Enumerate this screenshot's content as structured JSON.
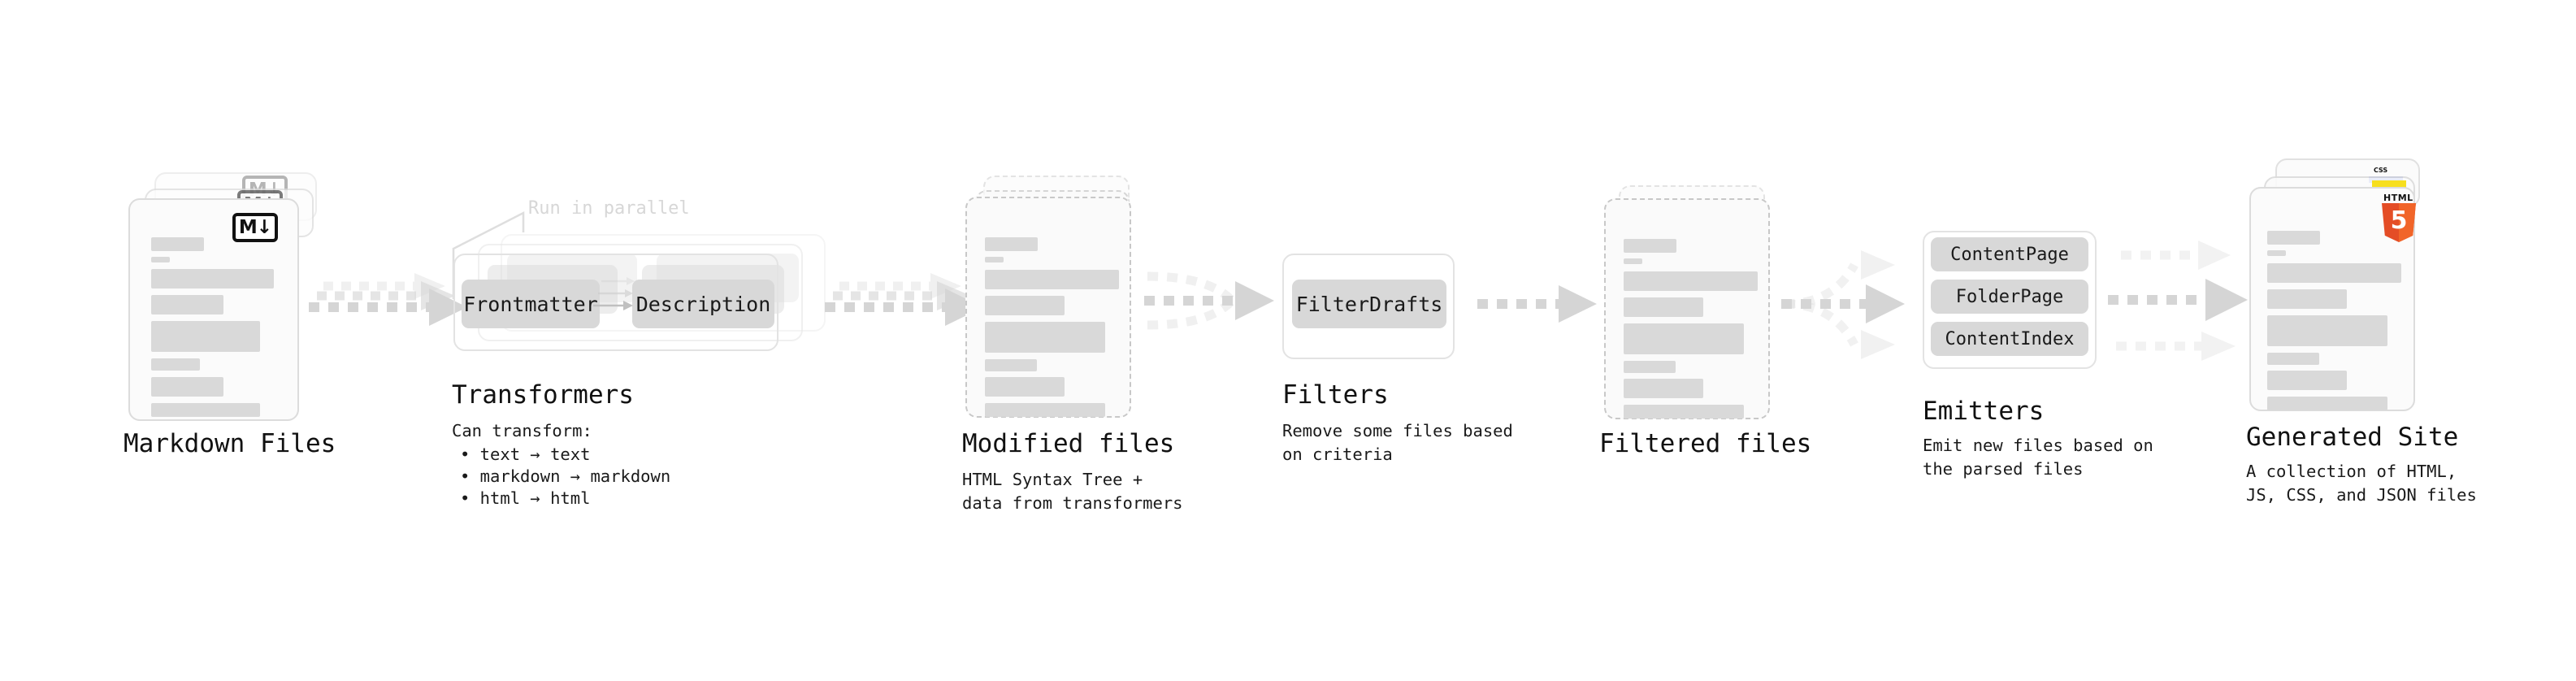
{
  "diagram": {
    "type": "pipeline-flow",
    "background": "#ffffff",
    "accent_colors": {
      "skeleton": "#d9d9d9",
      "chip": "#d8d8d8",
      "card_border": "#dcdcdc",
      "dashed_border": "#c8c8c8",
      "arrow": "#d5d5d5",
      "html5": "#e44d26",
      "js": "#f7df1e",
      "css": "#264de4",
      "text": "#111111",
      "muted_text": "#d7d7d7"
    }
  },
  "stages": [
    {
      "id": "markdown-files",
      "title": "Markdown Files",
      "subtitle": "",
      "icon": "markdown-icon",
      "icon_label": "M↓"
    },
    {
      "id": "transformers",
      "title": "Transformers",
      "subtitle": "Can transform:",
      "note": "Run in parallel",
      "bullets": [
        "• text → text",
        "• markdown → markdown",
        "• html → html"
      ],
      "chips": [
        "Frontmatter",
        "Description"
      ]
    },
    {
      "id": "modified-files",
      "title": "Modified files",
      "subtitle": "HTML Syntax Tree +\ndata from transformers"
    },
    {
      "id": "filters",
      "title": "Filters",
      "subtitle": "Remove some files based\non criteria",
      "chips": [
        "FilterDrafts"
      ]
    },
    {
      "id": "filtered-files",
      "title": "Filtered files",
      "subtitle": ""
    },
    {
      "id": "emitters",
      "title": "Emitters",
      "subtitle": "Emit new files based on\nthe parsed files",
      "chips": [
        "ContentPage",
        "FolderPage",
        "ContentIndex"
      ]
    },
    {
      "id": "generated-site",
      "title": "Generated Site",
      "subtitle": "A collection of HTML,\nJS, CSS, and JSON files",
      "icons": [
        "html5-icon",
        "js-icon",
        "css-icon"
      ],
      "icon_labels": {
        "html5": "HTML",
        "html5_digit": "5",
        "css": "CSS"
      }
    }
  ],
  "connectors": [
    {
      "id": "arrow-markdown-to-transformers",
      "style": "dashed-stack"
    },
    {
      "id": "arrow-transformers-to-modified",
      "style": "dashed-stack"
    },
    {
      "id": "arrow-modified-to-filters",
      "style": "dashed-merge"
    },
    {
      "id": "arrow-filters-to-filtered",
      "style": "dashed-single"
    },
    {
      "id": "arrow-filtered-to-emitters",
      "style": "dashed-split"
    },
    {
      "id": "arrow-emitters-to-site",
      "style": "dashed-triple"
    }
  ]
}
